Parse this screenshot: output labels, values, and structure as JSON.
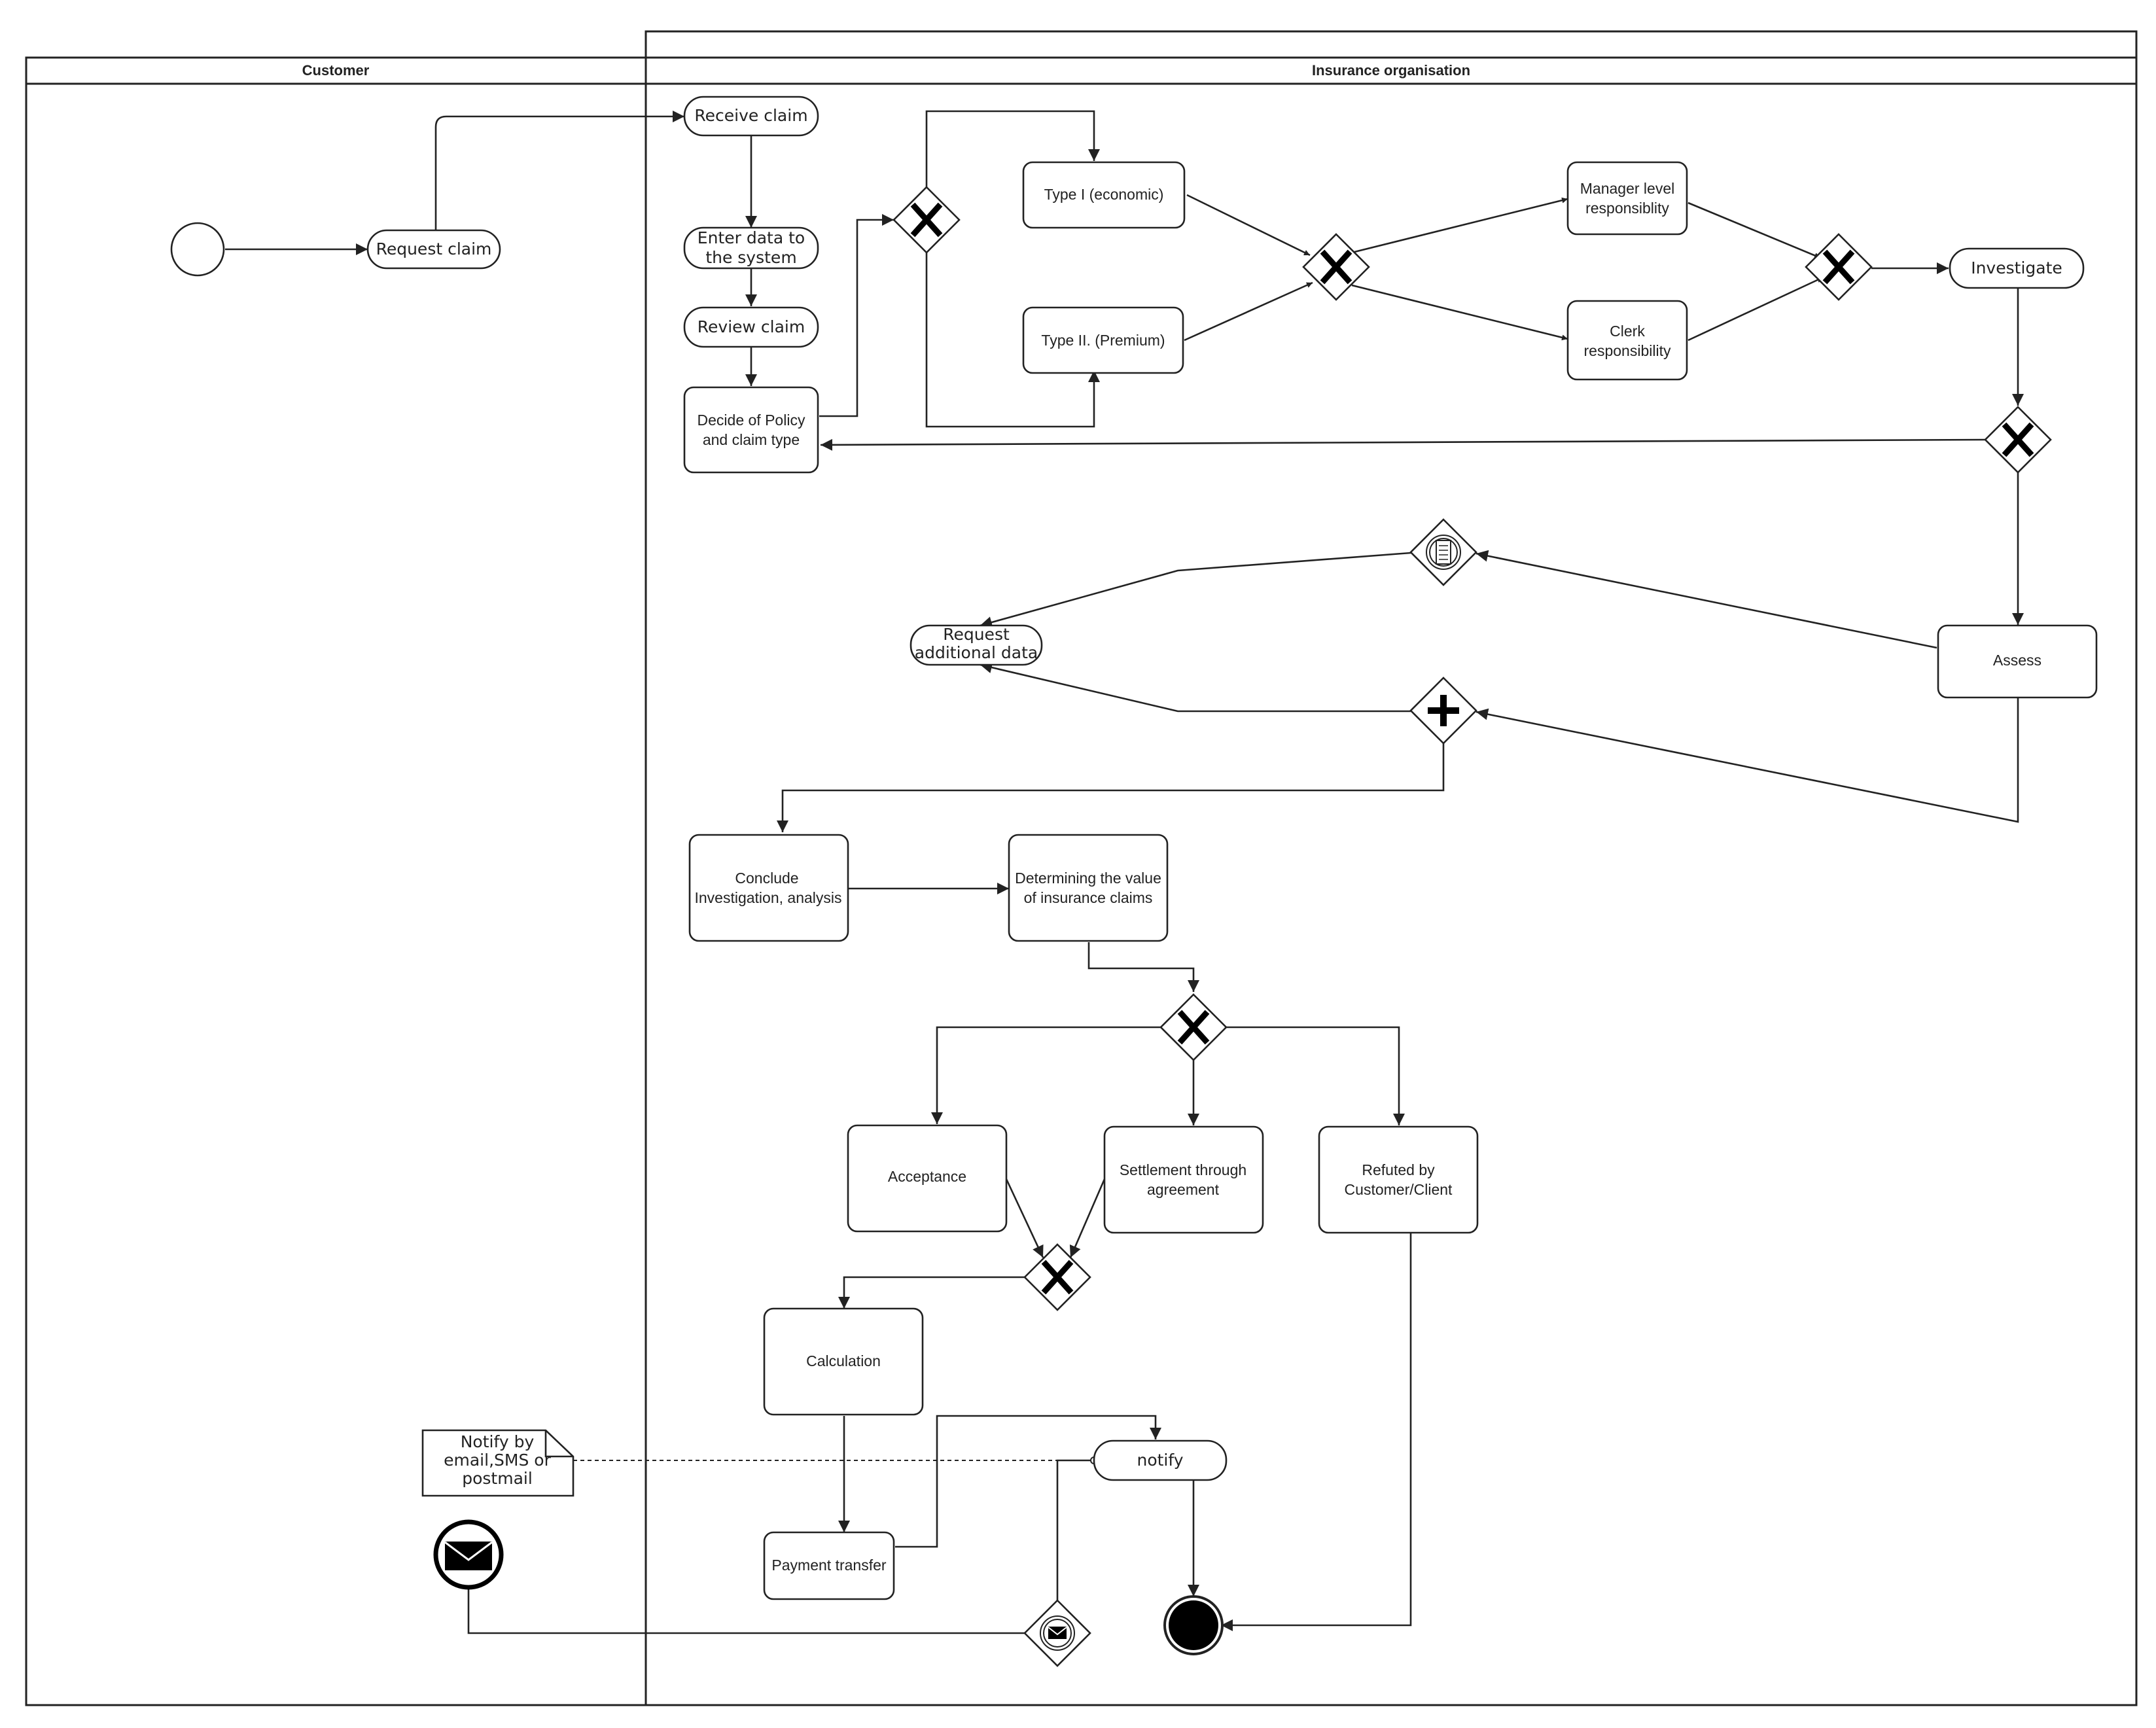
{
  "pool": {
    "lanes": [
      {
        "id": "customer",
        "title": "Customer"
      },
      {
        "id": "insurance",
        "title": "Insurance organisation"
      }
    ]
  },
  "nodes": {
    "request_claim": "Request claim",
    "receive_claim": "Receive claim",
    "enter_data": [
      "Enter data to",
      "the system"
    ],
    "review_claim": "Review claim",
    "decide_policy": [
      "Decide of Policy",
      "and claim type"
    ],
    "type_1": "Type I (economic)",
    "type_2": "Type II. (Premium)",
    "manager_level": [
      "Manager level",
      "responsiblity"
    ],
    "clerk": [
      "Clerk",
      "responsibility"
    ],
    "investigate": "Investigate",
    "assess": "Assess",
    "request_additional": [
      "Request",
      "additional data"
    ],
    "conclude": [
      "Conclude",
      "Investigation, analysis"
    ],
    "determining": [
      "Determining the value",
      "of insurance claims"
    ],
    "acceptance": "Acceptance",
    "settlement": [
      "Settlement through",
      "agreement"
    ],
    "refuted": [
      "Refuted by",
      "Customer/Client"
    ],
    "calculation": "Calculation",
    "payment_transfer": "Payment transfer",
    "notify": "notify",
    "note_notify": [
      "Notify by",
      "email,SMS or",
      "postmail"
    ]
  },
  "gateways": {
    "exclusive_type": "exclusive",
    "exclusive_responsibility": "exclusive",
    "exclusive_merge_responsibility": "exclusive",
    "exclusive_after_investigate": "exclusive",
    "event_based": "event-based",
    "parallel": "parallel",
    "exclusive_decision": "exclusive",
    "exclusive_merge_payment": "exclusive",
    "message_event_gateway": "message"
  },
  "colors": {
    "stroke": "#222222",
    "fill": "#ffffff",
    "end_fill": "#000000"
  }
}
